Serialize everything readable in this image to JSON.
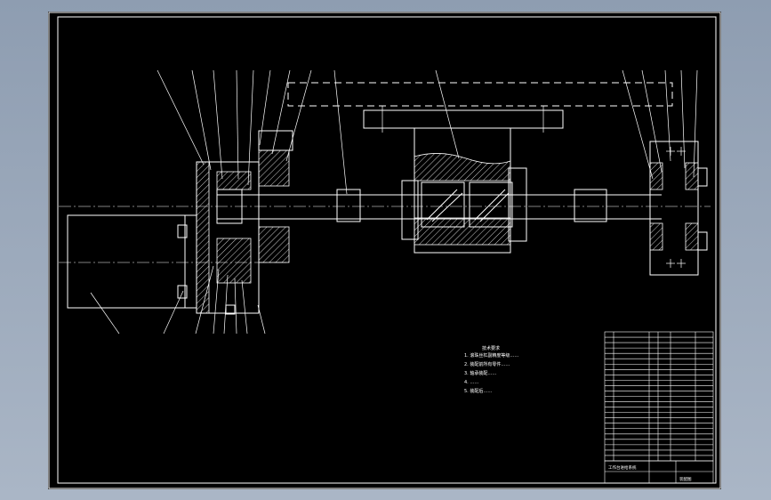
{
  "drawing": {
    "background": "#000000",
    "line_color": "#ffffff",
    "frame_color": "#8e9db1",
    "tech_notes": [
      "技术要求",
      "1. 滚珠丝杠副精度等级……",
      "2. 装配前所有零件……",
      "3. 轴承装配……",
      "4. ……",
      "5. 装配后……"
    ],
    "title_block": {
      "drawing_title": "工作台进给系统",
      "company": "装配图"
    }
  }
}
